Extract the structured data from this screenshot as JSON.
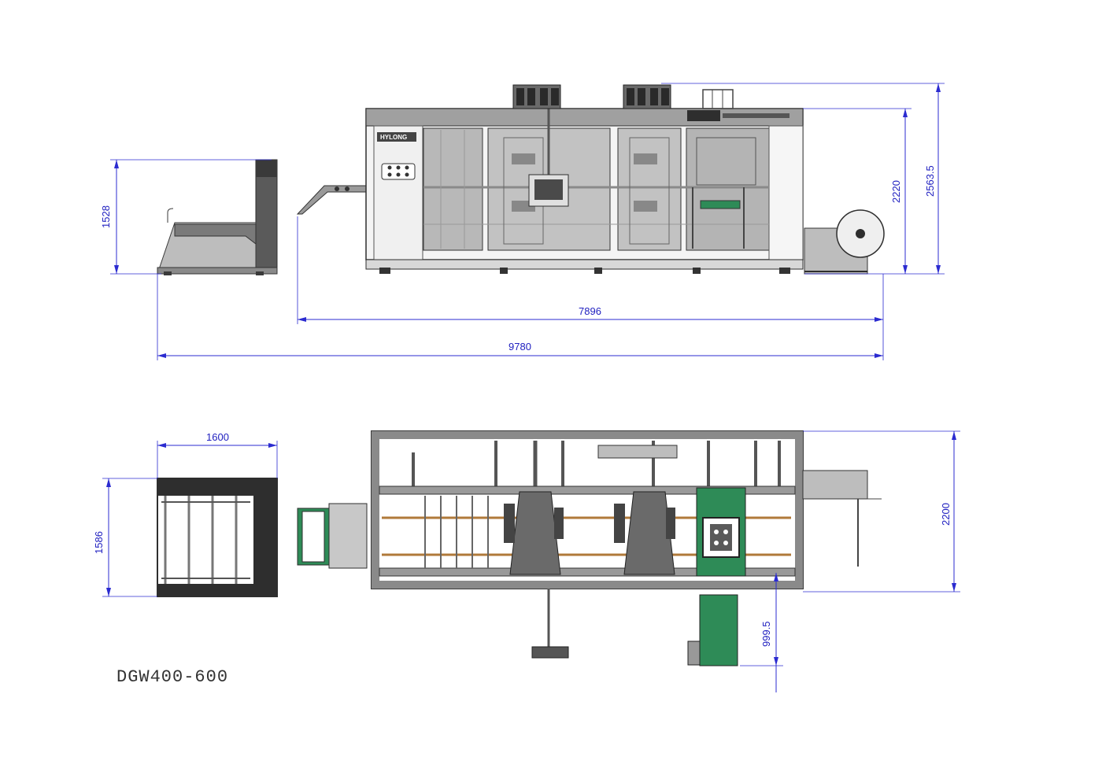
{
  "model_label": "DGW400-600",
  "brand_logo_text": "HYLONG",
  "side_view": {
    "dimensions": {
      "stacker_height": "1528",
      "machine_length": "7896",
      "total_length": "9780",
      "machine_height": "2220",
      "total_height": "2563.5"
    }
  },
  "top_view": {
    "dimensions": {
      "stacker_width": "1600",
      "stacker_depth": "1586",
      "machine_width": "2200",
      "conveyor_extension": "999.5"
    }
  },
  "colors": {
    "dimension": "#2b2bd0",
    "frame": "#8a8a8a",
    "panel": "#a9a9a9",
    "dark": "#3a3a3a",
    "conveyor": "#2e8b57",
    "rail": "#b07a3a"
  }
}
